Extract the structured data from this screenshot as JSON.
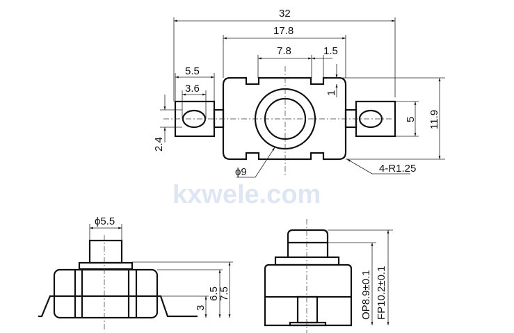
{
  "watermark": "kxwele.com",
  "top_view": {
    "dim_overall_width": "32",
    "dim_body_width": "17.8",
    "dim_notch_spacing": "7.8",
    "dim_notch_width": "1.5",
    "dim_notch_depth": "1",
    "dim_tab_width": "5.5",
    "dim_hole_width": "3.6",
    "dim_hole_height": "2.4",
    "dim_tab_height": "5",
    "dim_body_height": "11.9",
    "dim_button_diameter": "ϕ9",
    "dim_corner_radius": "4-R1.25"
  },
  "side_view": {
    "dim_button_diameter": "ϕ5.5",
    "dim_lead_height": "3",
    "dim_body_height": "6.5",
    "dim_total_height": "7.5"
  },
  "front_view": {
    "dim_operating_position": "OP8.9±0.1",
    "dim_free_position": "FP10.2±0.1"
  }
}
